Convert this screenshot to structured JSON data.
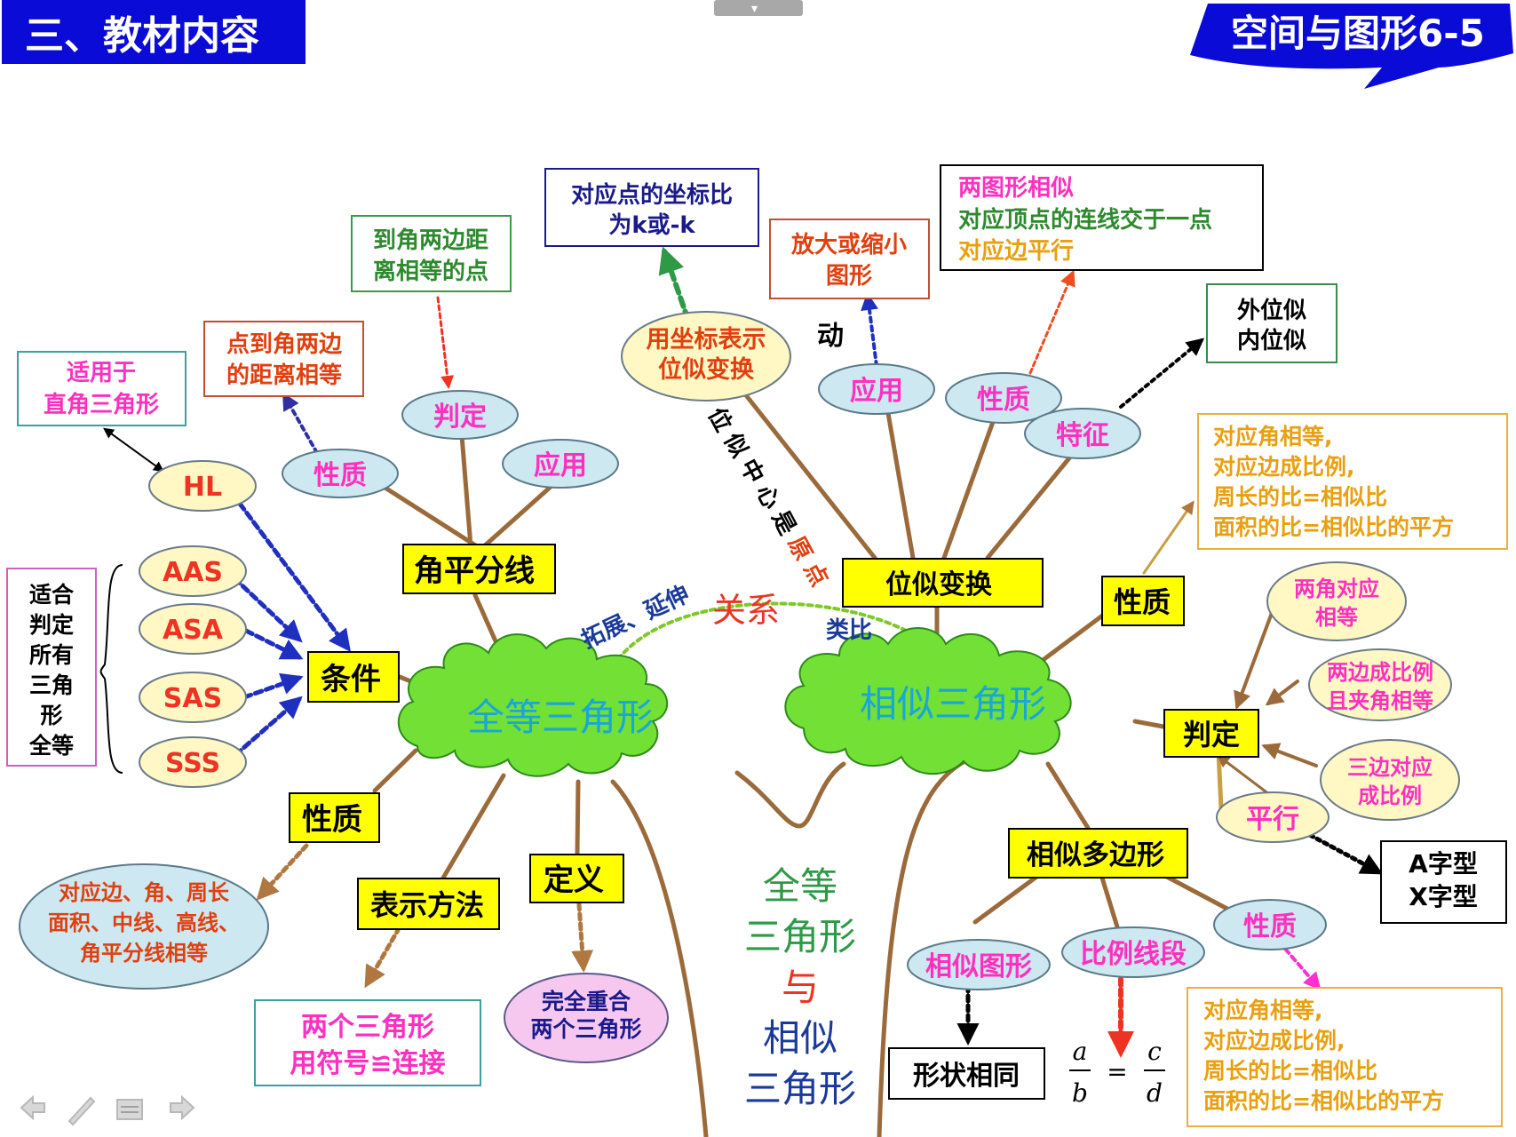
{
  "header": {
    "section_title": "三、教材内容",
    "unit_title": "空间与图形6-5",
    "dropdown_glyph": "▾"
  },
  "clouds": {
    "congruent": "全等三角形",
    "similar": "相似三角形"
  },
  "relation": {
    "title": "关系",
    "left": "拓展、延伸",
    "right": "类比"
  },
  "congruent_branch": {
    "conditions_label": "条件",
    "applicable_lines": [
      "适合",
      "判定",
      "所有",
      "三角",
      "形",
      "全等"
    ],
    "criteria": [
      "AAS",
      "ASA",
      "SAS",
      "SSS"
    ],
    "hl": "HL",
    "hl_note_lines": [
      "适用于",
      "直角三角形"
    ],
    "angle_bisector": "角平分线",
    "ab_property": "性质",
    "ab_property_note_lines": [
      "点到角两边",
      "的距离相等"
    ],
    "ab_judgement": "判定",
    "ab_judgement_note_lines": [
      "到角两边距",
      "离相等的点"
    ],
    "ab_application": "应用",
    "property_label": "性质",
    "property_note_lines": [
      "对应边、角、周长",
      "面积、中线、高线、",
      "角平分线相等"
    ],
    "notation_label": "表示方法",
    "notation_note_lines": [
      "两个三角形",
      "用符号≌连接"
    ],
    "definition_label": "定义",
    "definition_note_lines": [
      "完全重合",
      "两个三角形"
    ]
  },
  "homothety_branch": {
    "label": "位似变换",
    "coord_label_lines": [
      "用坐标表示",
      "位似变换"
    ],
    "coord_note_lines": [
      "对应点的坐标比",
      "为k或-k"
    ],
    "center_text_chars": [
      "位",
      "似",
      "中",
      "心",
      "是",
      "原",
      "点"
    ],
    "application": "应用",
    "application_note_lines": [
      "放大或缩小",
      "图形"
    ],
    "motion_char": "动",
    "property": "性质",
    "property_note_lines": [
      "两图形相似",
      "对应顶点的连线交于一点",
      "对应边平行"
    ],
    "feature": "特征",
    "feature_note_lines": [
      "外位似",
      "内位似"
    ]
  },
  "similar_branch": {
    "property_label": "性质",
    "property_note_lines": [
      "对应角相等,",
      "对应边成比例,",
      "周长的比=相似比",
      "面积的比=相似比的平方"
    ],
    "judgement_label": "判定",
    "judgement_conditions": [
      [
        "两角对应",
        "相等"
      ],
      [
        "两边成比例",
        "且夹角相等"
      ],
      [
        "三边对应",
        "成比例"
      ]
    ],
    "parallel": "平行",
    "parallel_note_lines": [
      "A字型",
      "X字型"
    ],
    "polygon_label": "相似多边形",
    "similar_figure": "相似图形",
    "same_shape": "形状相同",
    "proportional_segments": "比例线段",
    "proportion_terms": [
      "a",
      "b",
      "c",
      "d"
    ],
    "proportion_equals": "=",
    "polygon_property": "性质",
    "polygon_property_note_lines": [
      "对应角相等,",
      "对应边成比例,",
      "周长的比=相似比",
      "面积的比=相似比的平方"
    ]
  },
  "trunk_title_lines": [
    "全等",
    "三角形",
    "与",
    "相似",
    "三角形"
  ],
  "nav_icons": [
    "back-arrow-icon",
    "pen-icon",
    "menu-icon",
    "forward-arrow-icon"
  ]
}
